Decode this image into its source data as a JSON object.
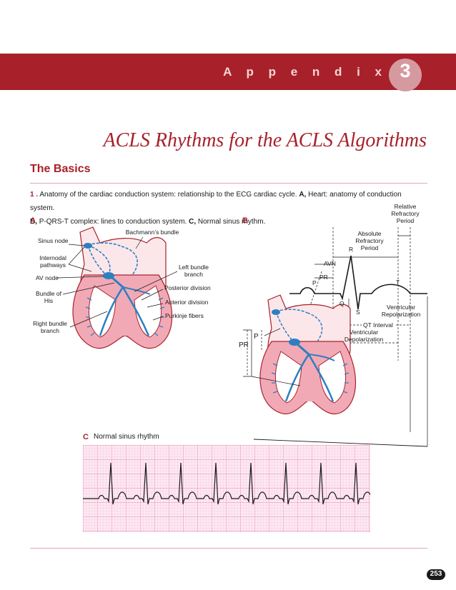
{
  "header": {
    "appendix_word": "A p p e n d i x",
    "appendix_number": "3"
  },
  "chapter_title": "ACLS Rhythms for the ACLS Algorithms",
  "section_title": "The Basics",
  "figure": {
    "number": "1 .",
    "caption_part1": " Anatomy of the cardiac conduction system: relationship to the ECG cardiac cycle. ",
    "caption_A": "A,",
    "caption_part2": " Heart: anatomy of conduction system.",
    "caption_B": "B,",
    "caption_part3": " P-QRS-T complex: lines to conduction system. ",
    "caption_C": "C,",
    "caption_part4": " Normal sinus rhythm."
  },
  "panel_a": {
    "letter": "A",
    "labels": {
      "bachmanns_bundle": "Bachmann’s bundle",
      "sinus_node": "Sinus node",
      "internodal_pathways": "Internodal pathways",
      "av_node": "AV node",
      "bundle_of_his": "Bundle of His",
      "right_bundle_branch": "Right bundle branch",
      "left_bundle_branch": "Left bundle branch",
      "posterior_division": "Posterior division",
      "anterior_division": "Anterior division",
      "purkinje_fibers": "Purkinje fibers"
    }
  },
  "panel_b": {
    "letter": "B",
    "labels": {
      "relative_refractory": "Relative Refractory Period",
      "absolute_refractory": "Absolute Refractory Period",
      "avn": "AVN",
      "pr": "PR",
      "p": "P",
      "q": "Q",
      "r": "R",
      "s": "S",
      "t": "T",
      "ventricular_repolarization": "Ventricular Repolarization",
      "qt_interval": "QT Interval",
      "ventricular_depolarization": "Ventricular Depolarization",
      "p_heart": "P",
      "pr_heart": "PR"
    }
  },
  "panel_c": {
    "letter": "C",
    "title": "Normal sinus rhythm"
  },
  "page_number": "253",
  "colors": {
    "accent": "#a8212a",
    "heart_pink": "#f2a9b6",
    "conduction_blue": "#2d7fc1",
    "ecg_grid": "#e884b4"
  }
}
